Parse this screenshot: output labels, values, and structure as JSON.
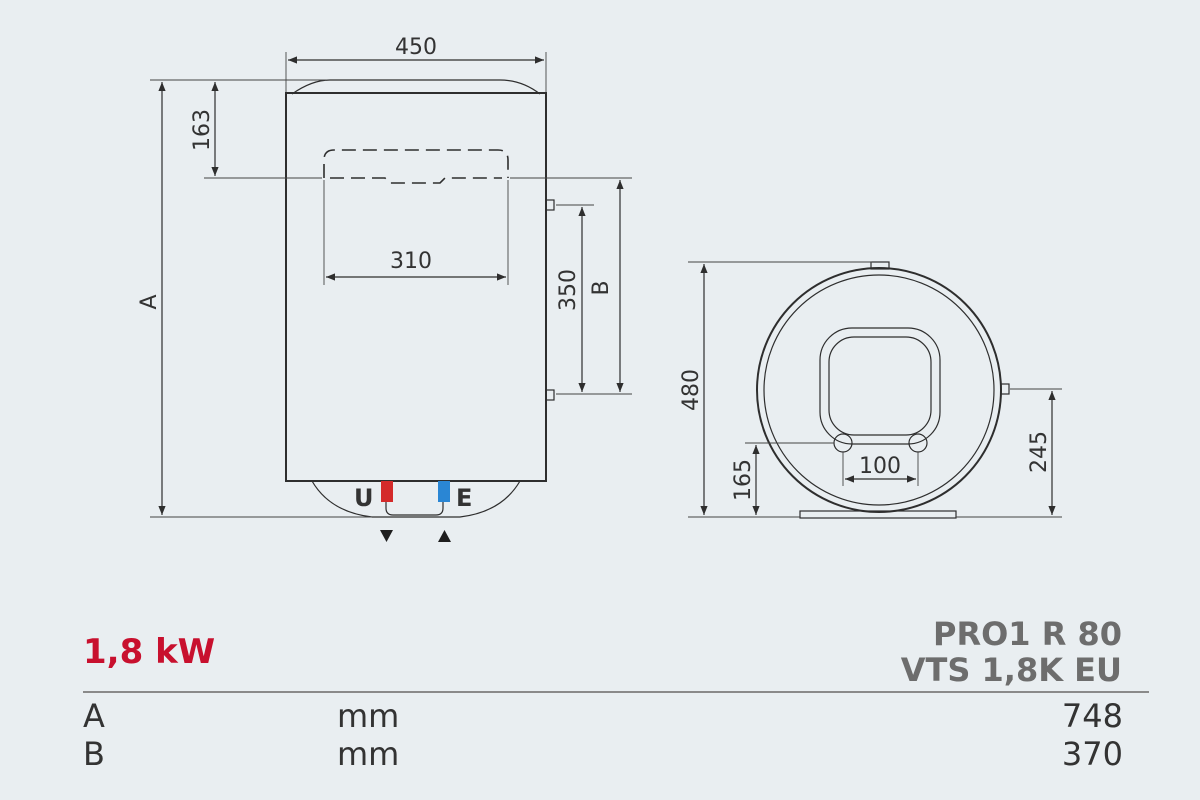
{
  "drawing": {
    "dimensions": {
      "width_top": "450",
      "inner_width": "310",
      "top_offset": "163",
      "label_A": "A",
      "spacing_350": "350",
      "label_B": "B",
      "diameter": "480",
      "bottom_offset": "165",
      "pipe_spacing": "100",
      "side_height": "245"
    },
    "connections": {
      "outlet_label": "U",
      "inlet_label": "E",
      "outlet_color": "#d42a2a",
      "inlet_color": "#2a86d4"
    }
  },
  "footer": {
    "power": "1,8 kW",
    "model_line1": "PRO1 R 80",
    "model_line2": "VTS 1,8K EU",
    "accent_color": "#c8102e",
    "rows": [
      {
        "label": "A",
        "unit": "mm",
        "value": "748"
      },
      {
        "label": "B",
        "unit": "mm",
        "value": "370"
      }
    ]
  }
}
